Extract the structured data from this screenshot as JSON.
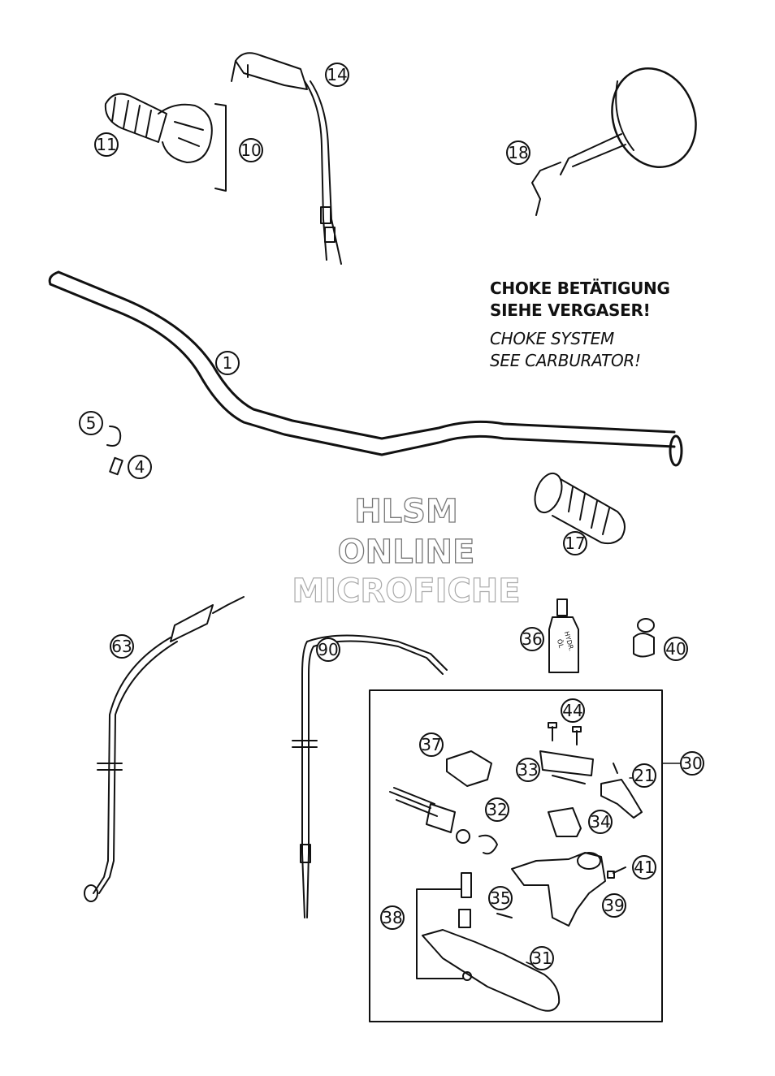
{
  "callouts": [
    {
      "id": "c1",
      "label": "1"
    },
    {
      "id": "c4",
      "label": "4"
    },
    {
      "id": "c5",
      "label": "5"
    },
    {
      "id": "c10",
      "label": "10"
    },
    {
      "id": "c11",
      "label": "11"
    },
    {
      "id": "c14",
      "label": "14"
    },
    {
      "id": "c17",
      "label": "17"
    },
    {
      "id": "c18",
      "label": "18"
    },
    {
      "id": "c21",
      "label": "21"
    },
    {
      "id": "c30",
      "label": "30"
    },
    {
      "id": "c31",
      "label": "31"
    },
    {
      "id": "c32",
      "label": "32"
    },
    {
      "id": "c33",
      "label": "33"
    },
    {
      "id": "c34",
      "label": "34"
    },
    {
      "id": "c35",
      "label": "35"
    },
    {
      "id": "c36",
      "label": "36"
    },
    {
      "id": "c37",
      "label": "37"
    },
    {
      "id": "c38",
      "label": "38"
    },
    {
      "id": "c39",
      "label": "39"
    },
    {
      "id": "c40",
      "label": "40"
    },
    {
      "id": "c41",
      "label": "41"
    },
    {
      "id": "c44",
      "label": "44"
    },
    {
      "id": "c63",
      "label": "63"
    },
    {
      "id": "c90",
      "label": "90"
    }
  ],
  "note": {
    "de_line1": "CHOKE BETÄTIGUNG",
    "de_line2": "SIEHE VERGASER!",
    "en_line1": "CHOKE SYSTEM",
    "en_line2": "SEE CARBURATOR!"
  },
  "watermark": {
    "line1": "HLSM",
    "line2": "ONLINE",
    "line3": "MICROFICHE"
  },
  "bottle_label": {
    "line1": "HYDR.",
    "line2": "ÖL"
  }
}
